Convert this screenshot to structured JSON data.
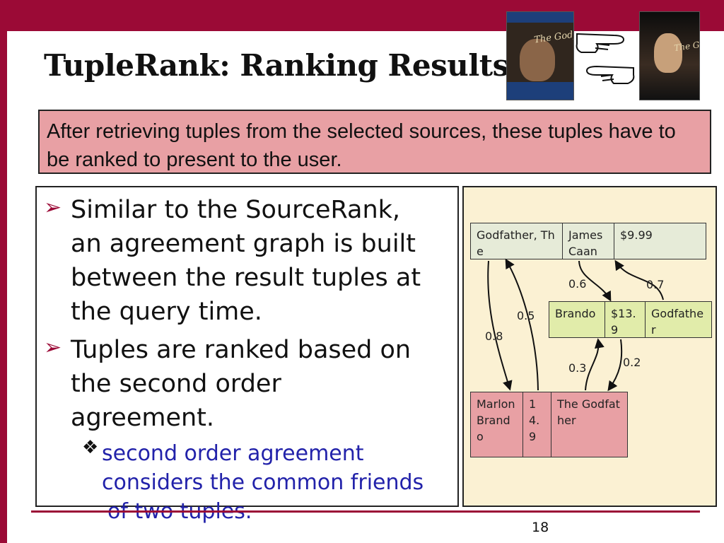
{
  "slide": {
    "title": "TupleRank: Ranking Results",
    "intro": "After retrieving tuples from the selected sources, these tuples have to be ranked to present to the user.",
    "bullets": [
      [
        "Similar to the SourceRank,",
        "an agreement graph is built",
        "between the result tuples at",
        "the query time."
      ],
      [
        "Tuples are ranked based on",
        "the second order",
        "agreement."
      ]
    ],
    "sub_bullet": [
      "second order agreement",
      "considers the common friends",
      "of two tuples."
    ],
    "page_number": "18"
  },
  "images": {
    "left_poster": {
      "title": "The Godfather",
      "icon": "movie-poster"
    },
    "right_poster": {
      "title": "The Godfather",
      "icon": "movie-poster"
    },
    "hands": {
      "icon": "pointing-hands"
    }
  },
  "graph": {
    "tuples": [
      {
        "id": "t1",
        "cells": [
          "Godfather, The",
          "James Caan",
          "$9.99"
        ]
      },
      {
        "id": "t2",
        "cells": [
          "Brando",
          "$13.9",
          "Godfather"
        ]
      },
      {
        "id": "t3",
        "cells": [
          "Marlon Brando",
          "14.9",
          "The Godfather"
        ]
      }
    ],
    "edges": [
      {
        "from": "t1",
        "to": "t3",
        "weight": "0.8"
      },
      {
        "from": "t3",
        "to": "t1",
        "weight": "0.5"
      },
      {
        "from": "t1",
        "to": "t2",
        "weight": "0.6"
      },
      {
        "from": "t2",
        "to": "t1",
        "weight": "0.7"
      },
      {
        "from": "t3",
        "to": "t2",
        "weight": "0.3"
      },
      {
        "from": "t2",
        "to": "t3",
        "weight": "0.2"
      }
    ]
  },
  "colors": {
    "accent": "#9b0a36",
    "intro_box": "#e8a0a4",
    "graph_panel": "#fbf1d3",
    "tuple1": "#e6ebd8",
    "tuple2": "#e1ecaa",
    "tuple3": "#e8a0a4",
    "sub_bullet_text": "#2222aa"
  }
}
